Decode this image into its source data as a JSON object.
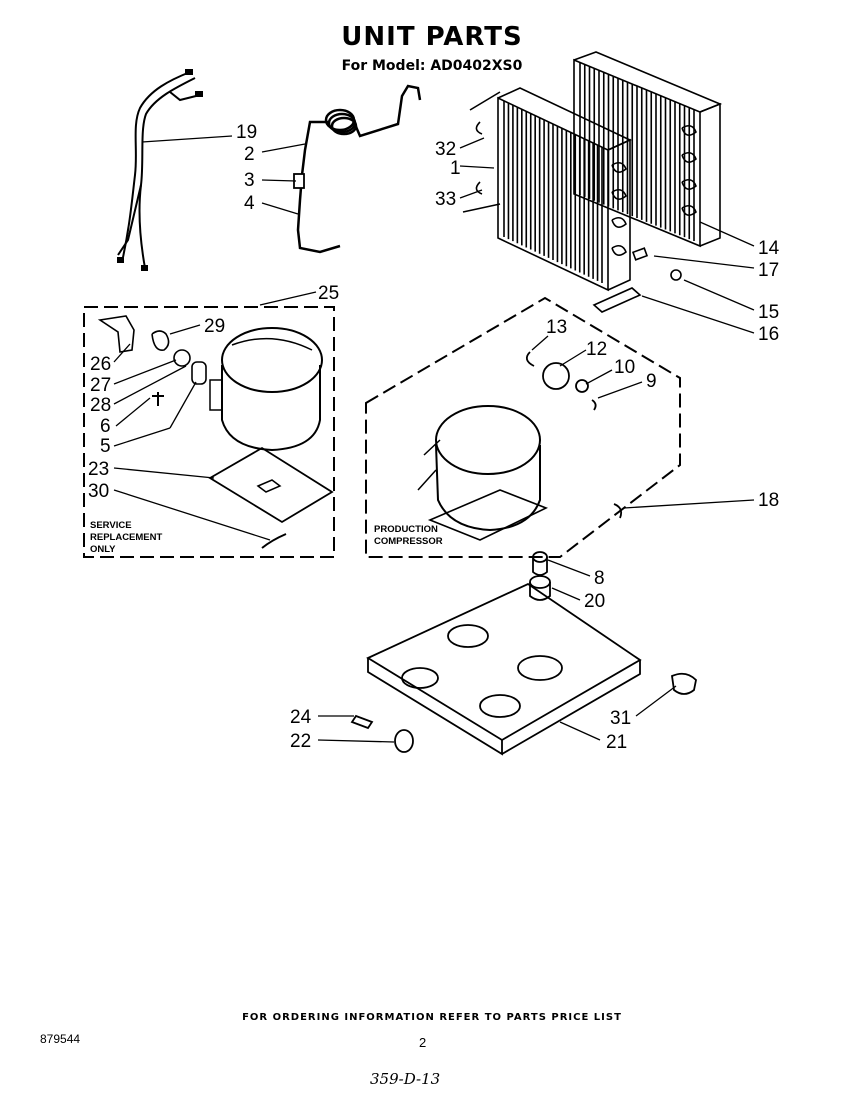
{
  "header": {
    "title": "UNIT PARTS",
    "model": "For Model: AD0402XS0"
  },
  "diagram": {
    "callouts": [
      "19",
      "2",
      "3",
      "4",
      "32",
      "1",
      "33",
      "14",
      "17",
      "15",
      "16",
      "25",
      "29",
      "26",
      "27",
      "28",
      "6",
      "5",
      "23",
      "30",
      "13",
      "12",
      "10",
      "9",
      "18",
      "8",
      "20",
      "24",
      "22",
      "31",
      "21"
    ],
    "service_box_label": [
      "SERVICE",
      "REPLACEMENT",
      "ONLY"
    ],
    "production_box_label": [
      "PRODUCTION",
      "COMPRESSOR"
    ]
  },
  "footer": {
    "ordering_note": "FOR ORDERING INFORMATION REFER TO PARTS PRICE LIST",
    "document_number": "879544",
    "page_number": "2",
    "handwritten_note": "359-D-13"
  }
}
